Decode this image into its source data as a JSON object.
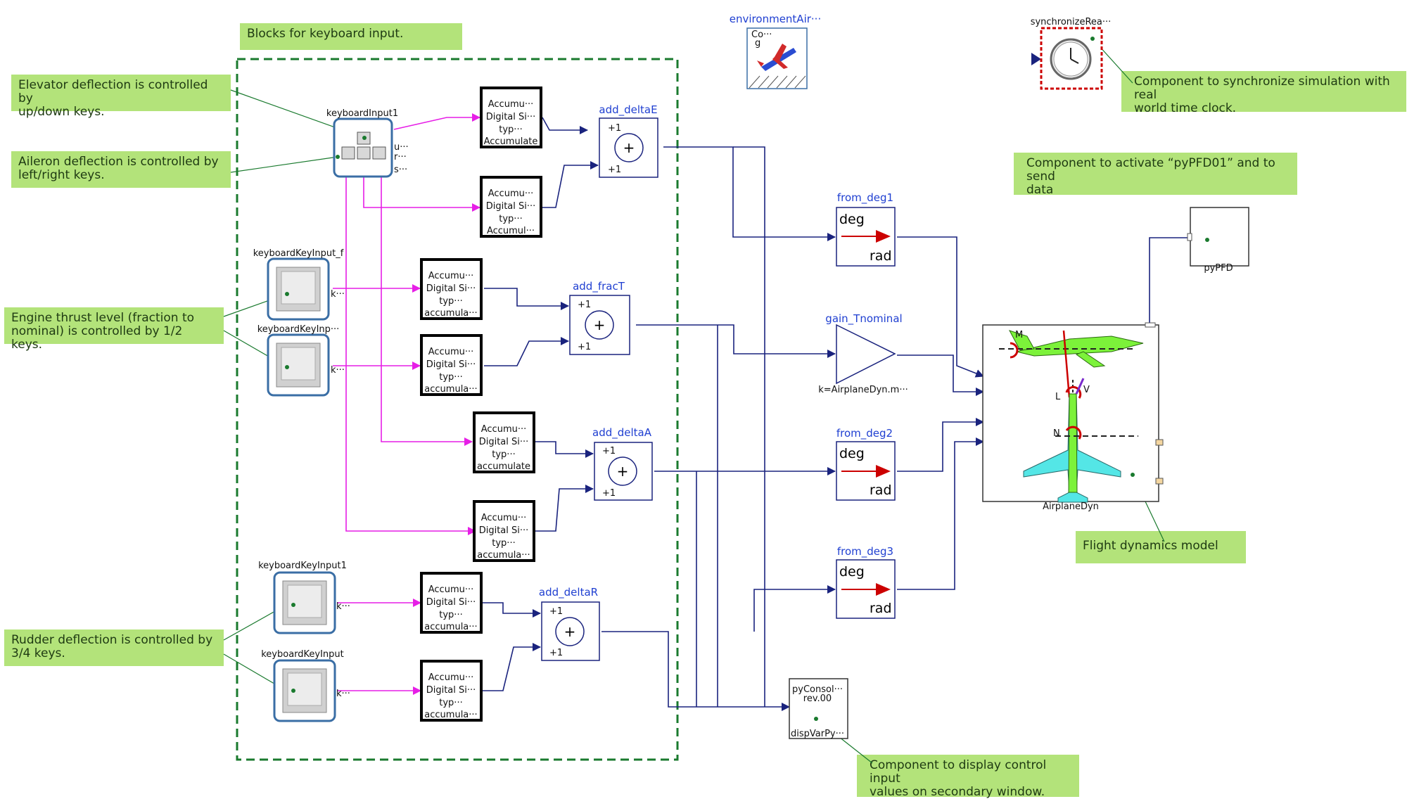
{
  "notes": {
    "keyboard_group": "Blocks for keyboard input.",
    "elevator": "Elevator deflection is controlled by\nup/down keys.",
    "aileron": "Aileron deflection is controlled by\nleft/right keys.",
    "engine": "Engine thrust level (fraction to\nnominal) is controlled by 1/2 keys.",
    "rudder": "Rudder deflection is controlled by\n3/4 keys.",
    "synchronize": "Component to synchronize simulation with real\nworld time clock.",
    "pypfd": "Component to activate “pyPFD01” and to send\ndata",
    "flight": "Flight dynamics model",
    "console": "Component to display control input\nvalues on secondary window."
  },
  "blocks": {
    "keyboardInput1": "keyboardInput1",
    "key_f_label": "keyboardKeyInput_f",
    "key_inp_label": "keyboardKeyInp···",
    "key_input1_label": "keyboardKeyInput1",
    "key_input_label": "keyboardKeyInput",
    "environment": "environmentAir···",
    "environment_inner": "Co···",
    "environment_small": "g",
    "synchronize": "synchronizeRea···",
    "add_deltaE": "add_deltaE",
    "add_fracT": "add_fracT",
    "add_deltaA": "add_deltaA",
    "add_deltaR": "add_deltaR",
    "from_deg1": "from_deg1",
    "from_deg2": "from_deg2",
    "from_deg3": "from_deg3",
    "gain_Tnominal": "gain_Tnominal",
    "gain_param": "k=AirplaneDyn.m···",
    "deg": "deg",
    "rad": "rad",
    "plus_one": "+1",
    "plus": "+",
    "key_port": "k···",
    "kb_port_u": "u···",
    "kb_port_r": "r···",
    "kb_port_s": "s···",
    "pyPFD": "pyPFD",
    "airplane": "AirplaneDyn",
    "airplane_M": "M",
    "airplane_L": "L",
    "airplane_N": "N",
    "airplane_V": "V",
    "console_title": "pyConsol···",
    "console_rev": "rev.00",
    "console_bottom": "dispVarPy···",
    "accum_lines_a": [
      "Accumu···",
      "Digital Si···",
      "typ···",
      "Accumulate"
    ],
    "accum_lines_b": [
      "Accumu···",
      "Digital Si···",
      "typ···",
      "Accumul···"
    ],
    "accum_lines_c": [
      "Accumu···",
      "Digital Si···",
      "typ···",
      "accumula···"
    ],
    "accum_lines_d": [
      "Accumu···",
      "Digital Si···",
      "typ···",
      "accumulate"
    ]
  },
  "colors": {
    "note_bg": "#b3e37a",
    "group_border": "#1a7a2e",
    "wire_blue": "#1a237e",
    "wire_magenta": "#e61ee6",
    "label_blue": "#1f3fd1",
    "airplane_green": "#7cf23a",
    "airplane_cyan": "#54e6e6",
    "gain_red": "#cc0000"
  }
}
